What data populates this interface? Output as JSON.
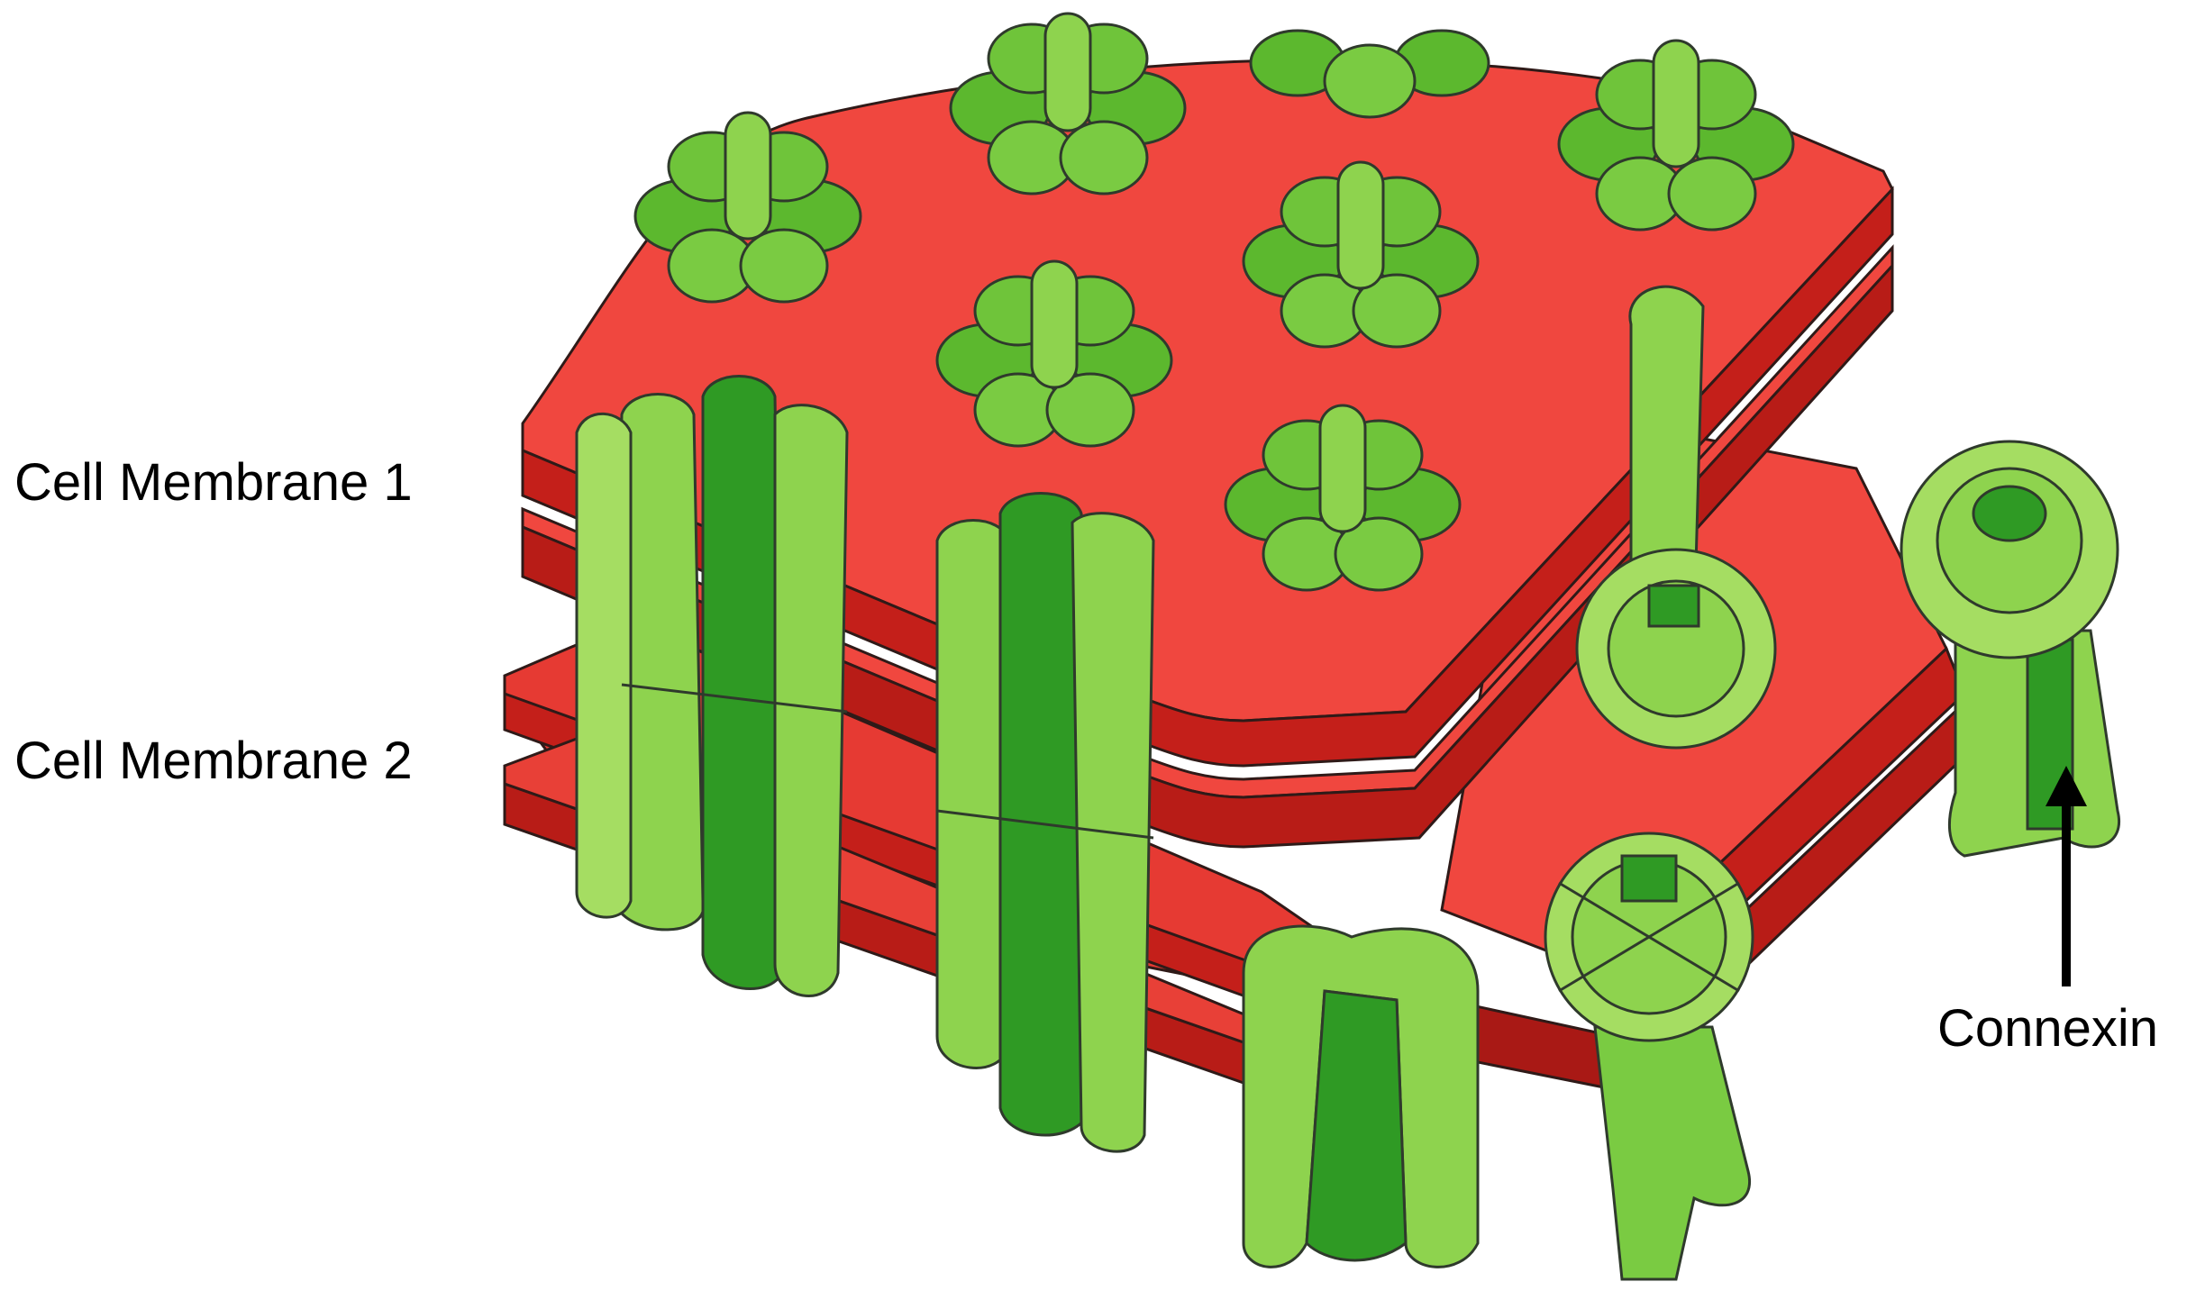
{
  "labels": {
    "membrane_1": "Cell Membrane 1",
    "membrane_2": "Cell Membrane 2",
    "connexin": "Connexin"
  },
  "colors": {
    "membrane_top": "#f0473f",
    "membrane_side": "#c41f1a",
    "membrane_dark": "#9a1512",
    "protein_light": "#8ed34e",
    "protein_mid": "#5cb82e",
    "protein_dark": "#2e8b1f",
    "outline": "#2f3a2c",
    "arrow": "#000000"
  }
}
